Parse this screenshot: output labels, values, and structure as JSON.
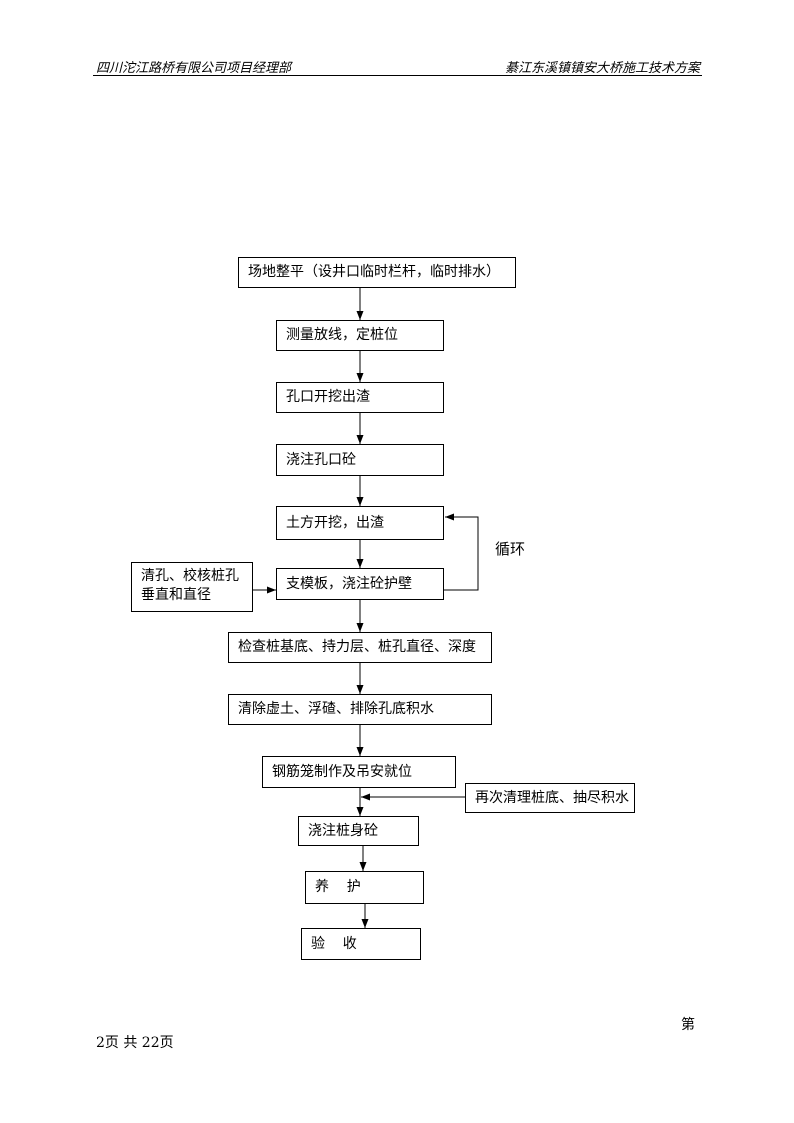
{
  "header": {
    "left": "四川沱江路桥有限公司项目经理部",
    "right": "綦江东溪镇镇安大桥施工技术方案"
  },
  "flowchart": {
    "steps": [
      "场地整平（设井口临时栏杆，临时排水）",
      "测量放线，定桩位",
      "孔口开挖出渣",
      "浇注孔口砼",
      "土方开挖，出渣",
      "支模板，浇注砼护壁",
      "检查桩基底、持力层、桩孔直径、深度",
      "清除虚土、浮碴、排除孔底积水",
      "钢筋笼制作及吊安就位",
      "浇注桩身砼",
      "养    护",
      "验    收"
    ],
    "side_note_left": "清孔、校核桩孔垂直和直径",
    "side_note_right": "再次清理桩底、抽尽积水",
    "loop_label": "循环"
  },
  "footer": {
    "page_word": "第",
    "page_count": "2页   共 22页"
  }
}
